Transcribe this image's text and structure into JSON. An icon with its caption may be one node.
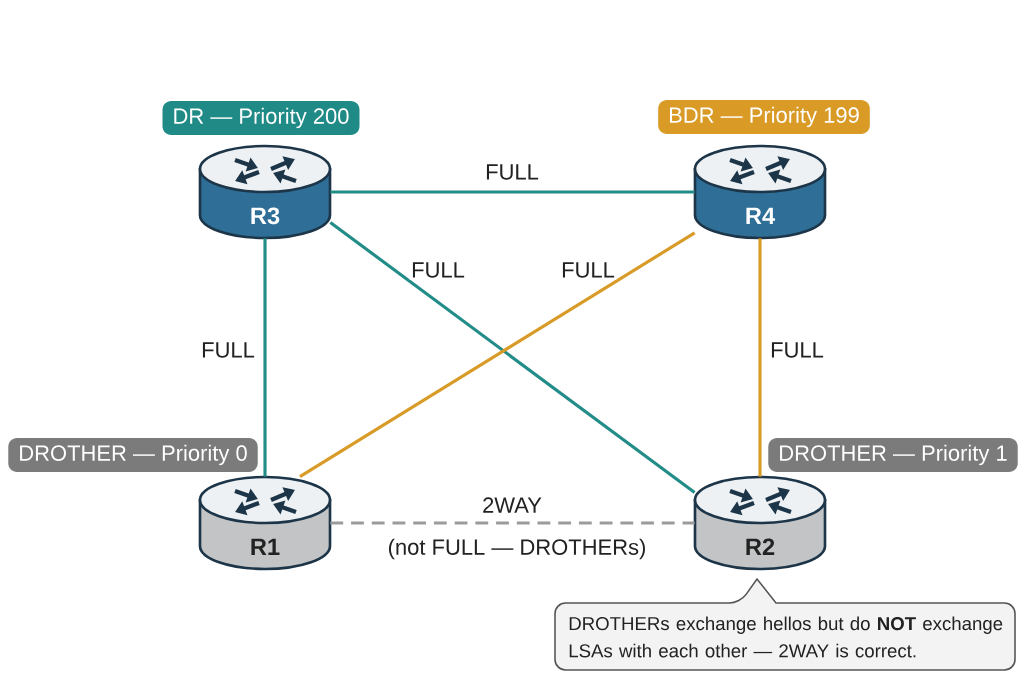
{
  "diagram": {
    "nodes": [
      {
        "text": [
          "DR — Priority 200"
        ]
      },
      {
        "text": [
          "BDR — Priority 199"
        ]
      },
      {
        "text": [
          "R3"
        ]
      },
      {
        "text": [
          "R4"
        ]
      },
      {
        "text": [
          "DROTHER — Priority 0"
        ]
      },
      {
        "text": [
          "DROTHER — Priority 1"
        ]
      },
      {
        "text": [
          "R1"
        ]
      },
      {
        "text": [
          "R2"
        ]
      },
      {
        "text": [
          "DROTHERs exchange hellos but do **NOT** exchange LSAs with each other — 2WAY is correct."
        ]
      }
    ],
    "edges": [
      {
        "from": 2,
        "to": 3,
        "arrow": "none",
        "label": "FULL",
        "color": "#228c88"
      },
      {
        "from": 2,
        "to": 6,
        "arrow": "none",
        "label": "FULL",
        "color": "#228c88"
      },
      {
        "from": 2,
        "to": 7,
        "arrow": "none",
        "label": "FULL",
        "color": "#228c88"
      },
      {
        "from": 3,
        "to": 6,
        "arrow": "none",
        "label": "FULL",
        "color": "#d99b27"
      },
      {
        "from": 3,
        "to": 7,
        "arrow": "none",
        "label": "FULL",
        "color": "#d99b27"
      },
      {
        "from": 6,
        "to": 7,
        "arrow": "none",
        "label": "2WAY",
        "style": "dashed",
        "color": "#9b9b9b"
      }
    ],
    "labels": [
      "(not FULL — DROTHERs)"
    ]
  }
}
